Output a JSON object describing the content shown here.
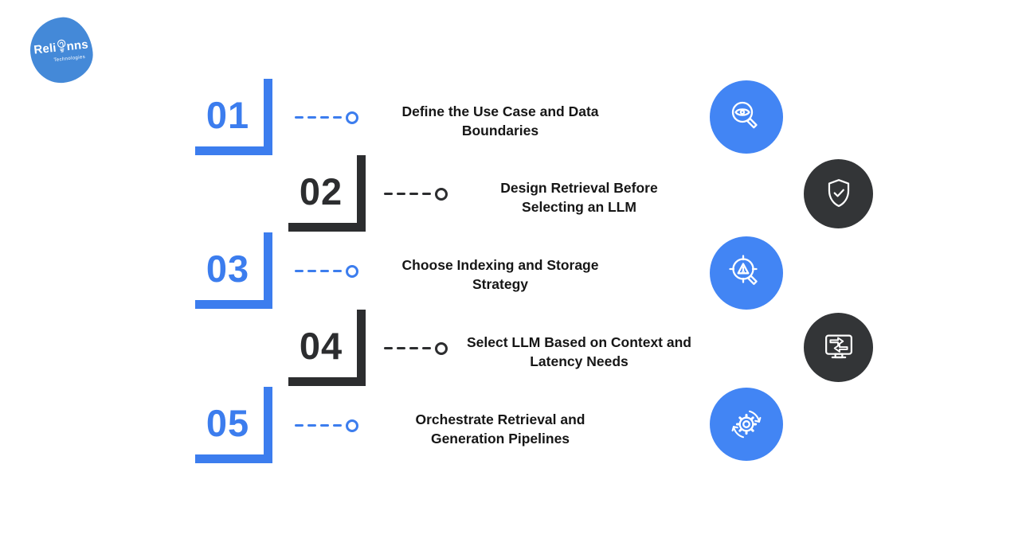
{
  "logo": {
    "brand": "Relinns",
    "brand_part1": "Reli",
    "brand_part2": "nns",
    "subtitle": "Technologies"
  },
  "colors": {
    "blue": "#3C7DEE",
    "dark": "#2C2D2F",
    "circle_blue": "#4285F4",
    "circle_dark": "#333537",
    "text": "#161616",
    "logo_blue": "#4489D8"
  },
  "steps": [
    {
      "number": "01",
      "label": "Define the Use Case and Data Boundaries",
      "icon": "magnifier-eye",
      "accent": "blue"
    },
    {
      "number": "02",
      "label": "Design Retrieval Before Selecting an LLM",
      "icon": "shield-check",
      "accent": "dark"
    },
    {
      "number": "03",
      "label": "Choose Indexing and Storage Strategy",
      "icon": "magnifier-warning",
      "accent": "blue"
    },
    {
      "number": "04",
      "label": "Select LLM Based on Context and Latency Needs",
      "icon": "monitor-transfer",
      "accent": "dark"
    },
    {
      "number": "05",
      "label": "Orchestrate Retrieval and Generation Pipelines",
      "icon": "gear-sync",
      "accent": "blue"
    }
  ]
}
